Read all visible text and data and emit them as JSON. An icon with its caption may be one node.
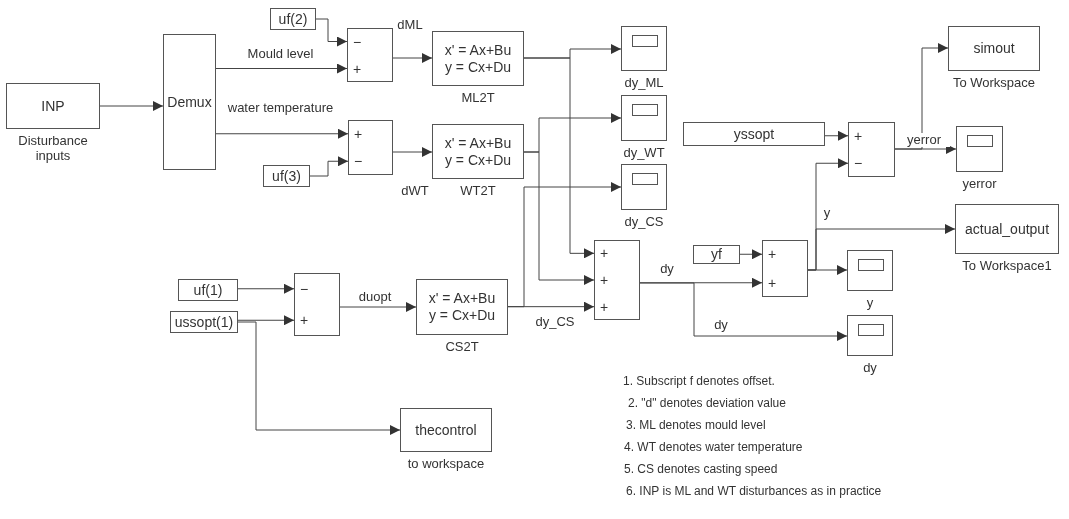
{
  "diagram": {
    "nodes": [
      {
        "text": [
          "INP"
        ],
        "beside": [
          "Disturbance inputs"
        ]
      },
      {
        "text": [
          "Demux"
        ]
      },
      {
        "text": [
          "uf(2)"
        ]
      },
      {
        "text": [
          "−",
          "+"
        ]
      },
      {
        "text": [
          "x' = Ax+Bu",
          "y = Cx+Du"
        ],
        "beside": [
          "ML2T"
        ]
      },
      {
        "text": [
          "uf(3)"
        ]
      },
      {
        "text": [
          "+",
          "−"
        ]
      },
      {
        "text": [
          "x' = Ax+Bu",
          "y = Cx+Du"
        ],
        "beside": [
          "WT2T"
        ]
      },
      {
        "text": [],
        "shape": "box",
        "beside": [
          "dy_ML"
        ]
      },
      {
        "text": [],
        "shape": "box",
        "beside": [
          "dy_WT"
        ]
      },
      {
        "text": [],
        "shape": "box",
        "beside": [
          "dy_CS"
        ]
      },
      {
        "text": [
          "yssopt"
        ]
      },
      {
        "text": [
          "+",
          "−"
        ]
      },
      {
        "text": [
          "simout"
        ],
        "beside": [
          "To Workspace"
        ]
      },
      {
        "text": [],
        "shape": "box",
        "beside": [
          "yerror"
        ]
      },
      {
        "text": [
          "uf(1)"
        ]
      },
      {
        "text": [
          "ussopt(1)"
        ]
      },
      {
        "text": [
          "−",
          "+"
        ]
      },
      {
        "text": [
          "x' = Ax+Bu",
          "y = Cx+Du"
        ],
        "beside": [
          "CS2T"
        ]
      },
      {
        "text": [
          "+",
          "+",
          "+"
        ]
      },
      {
        "text": [
          "yf"
        ]
      },
      {
        "text": [
          "+",
          "+"
        ]
      },
      {
        "text": [
          "actual_output"
        ],
        "beside": [
          "To Workspace1"
        ]
      },
      {
        "text": [],
        "shape": "box",
        "beside": [
          "y"
        ]
      },
      {
        "text": [],
        "shape": "box",
        "beside": [
          "dy"
        ]
      },
      {
        "text": [
          "thecontrol"
        ],
        "beside": [
          "to workspace"
        ]
      }
    ],
    "edges": [
      {
        "from": 0,
        "to": 1,
        "arrow": "to"
      },
      {
        "from": 1,
        "to": 3,
        "arrow": "to",
        "label": "Mould level"
      },
      {
        "from": 1,
        "to": 6,
        "arrow": "to",
        "label": "water temperature"
      },
      {
        "from": 2,
        "to": 3,
        "arrow": "to"
      },
      {
        "from": 3,
        "to": 4,
        "arrow": "to",
        "label": "dML"
      },
      {
        "from": 5,
        "to": 6,
        "arrow": "to"
      },
      {
        "from": 6,
        "to": 7,
        "arrow": "to",
        "label": "dWT"
      },
      {
        "from": 4,
        "to": 8,
        "arrow": "to"
      },
      {
        "from": 4,
        "to": 19,
        "arrow": "to"
      },
      {
        "from": 7,
        "to": 9,
        "arrow": "to"
      },
      {
        "from": 7,
        "to": 19,
        "arrow": "to"
      },
      {
        "from": 18,
        "to": 10,
        "arrow": "to"
      },
      {
        "from": 18,
        "to": 19,
        "arrow": "to",
        "label": "dy_CS"
      },
      {
        "from": 15,
        "to": 17,
        "arrow": "to"
      },
      {
        "from": 16,
        "to": 17,
        "arrow": "to"
      },
      {
        "from": 16,
        "to": 25,
        "arrow": "to"
      },
      {
        "from": 17,
        "to": 18,
        "arrow": "to",
        "label": "duopt"
      },
      {
        "from": 19,
        "to": 21,
        "arrow": "to",
        "label": "dy"
      },
      {
        "from": 19,
        "to": 24,
        "arrow": "to",
        "label": "dy"
      },
      {
        "from": 20,
        "to": 21,
        "arrow": "to"
      },
      {
        "from": 21,
        "to": 23,
        "arrow": "to"
      },
      {
        "from": 21,
        "to": 22,
        "arrow": "to"
      },
      {
        "from": 21,
        "to": 12,
        "arrow": "to",
        "label": "y"
      },
      {
        "from": 11,
        "to": 12,
        "arrow": "to"
      },
      {
        "from": 12,
        "to": 14,
        "arrow": "to",
        "label": "yerror"
      },
      {
        "from": 12,
        "to": 13,
        "arrow": "to"
      }
    ],
    "labels": [
      "1. Subscript f denotes offset.",
      "2. \"d\" denotes deviation value",
      "3. ML denotes mould level",
      "4. WT denotes water temperature",
      "5. CS denotes casting speed",
      "6. INP is ML and WT disturbances as in practice"
    ]
  }
}
